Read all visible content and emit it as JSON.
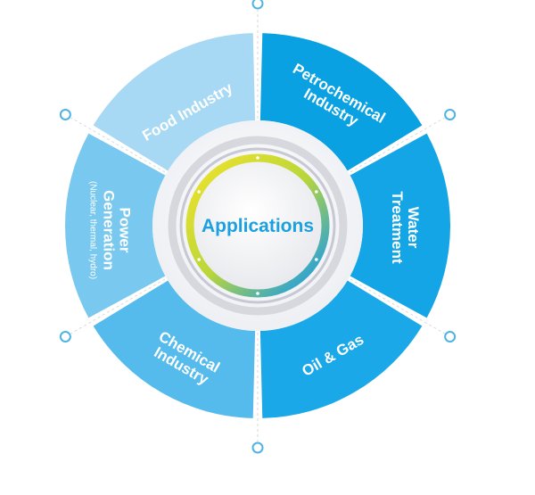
{
  "center": {
    "label": "Applications",
    "color": "#1ba0e0"
  },
  "segments": [
    {
      "id": "food-industry",
      "lines": [
        "Food Industry"
      ],
      "sub": "",
      "color": "#a8d9f4"
    },
    {
      "id": "petrochemical-industry",
      "lines": [
        "Petrochemical",
        "Industry"
      ],
      "sub": "",
      "color": "#0aa1e3"
    },
    {
      "id": "water-treatment",
      "lines": [
        "Water",
        "Treatment"
      ],
      "sub": "",
      "color": "#14a5e6"
    },
    {
      "id": "oil-gas",
      "lines": [
        "Oil & Gas"
      ],
      "sub": "",
      "color": "#1aa8e8"
    },
    {
      "id": "chemical-industry",
      "lines": [
        "Chemical",
        "Industry"
      ],
      "sub": "",
      "color": "#55baec"
    },
    {
      "id": "power-generation",
      "lines": [
        "Power",
        "Generation"
      ],
      "sub": "(Nuclear, thermal, hydro)",
      "color": "#78c8ef"
    }
  ],
  "colors": {
    "divider": "#d7d7d7",
    "connector": "#4fb3e3",
    "ring_gray": "#d6d8de",
    "ring_inner": "#c7c8d3"
  }
}
